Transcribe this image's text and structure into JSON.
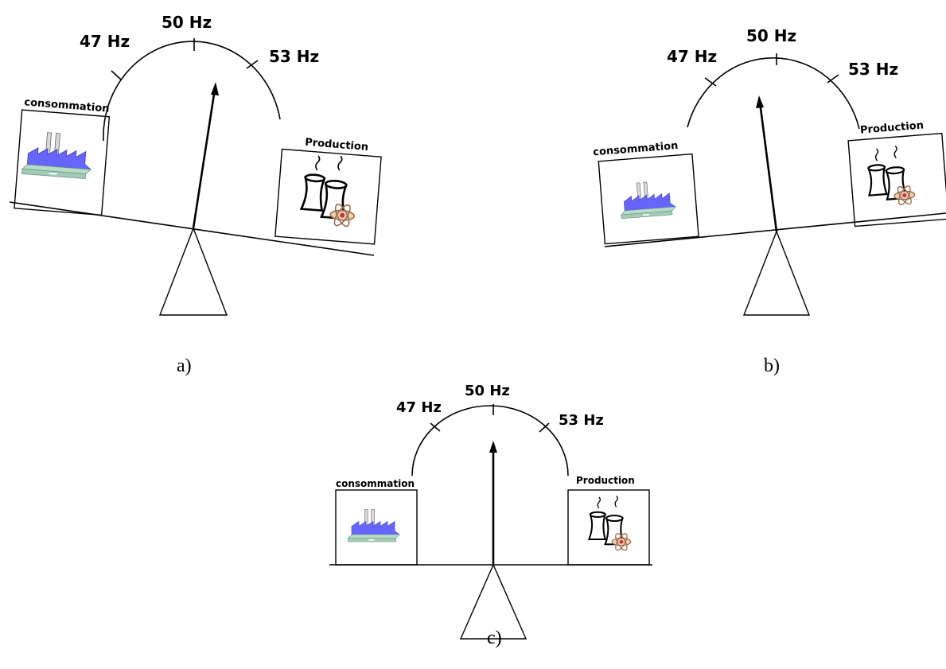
{
  "panels": [
    {
      "id": "a",
      "caption": "a)",
      "scale": {
        "left_label": "47 Hz",
        "center_label": "50 Hz",
        "right_label": "53 Hz"
      },
      "consumption_label": "consommation",
      "production_label": "Production"
    },
    {
      "id": "b",
      "caption": "b)",
      "scale": {
        "left_label": "47 Hz",
        "center_label": "50 Hz",
        "right_label": "53 Hz"
      },
      "consumption_label": "consommation",
      "production_label": "Production"
    },
    {
      "id": "c",
      "caption": "c)",
      "scale": {
        "left_label": "47 Hz",
        "center_label": "50 Hz",
        "right_label": "53 Hz"
      },
      "consumption_label": "consommation",
      "production_label": "Production"
    }
  ],
  "icons": {
    "consumption": "factory-icon",
    "production": "nuclear-plant-icon"
  },
  "colors": {
    "factory_roof": "#6666ff",
    "factory_base": "#b8dcc8",
    "atom": "#cc8866"
  }
}
